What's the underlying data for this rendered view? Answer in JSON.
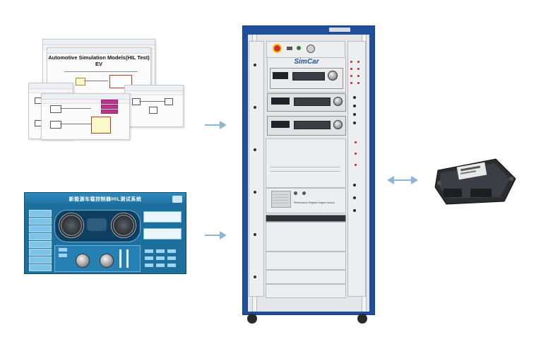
{
  "simulink": {
    "title_line1": "Automotive Simulation Models(HIL Test)",
    "title_line2": "EV"
  },
  "hmi": {
    "title": "新能源车载控制器HIL测试系统"
  },
  "cabinet": {
    "brand": "SimCar",
    "module_label": "Performance Register Kagani Accura"
  },
  "colors": {
    "cabinet_frame": "#1f4f9a",
    "arrow": "#8eb4d6",
    "hmi_background": "#1d6f9e",
    "brand_text": "#1e4f98"
  },
  "icons": {
    "right_arrow": "arrow-right-icon",
    "bidirectional_arrow": "arrow-left-right-icon",
    "emergency_stop": "emergency-stop-icon"
  }
}
